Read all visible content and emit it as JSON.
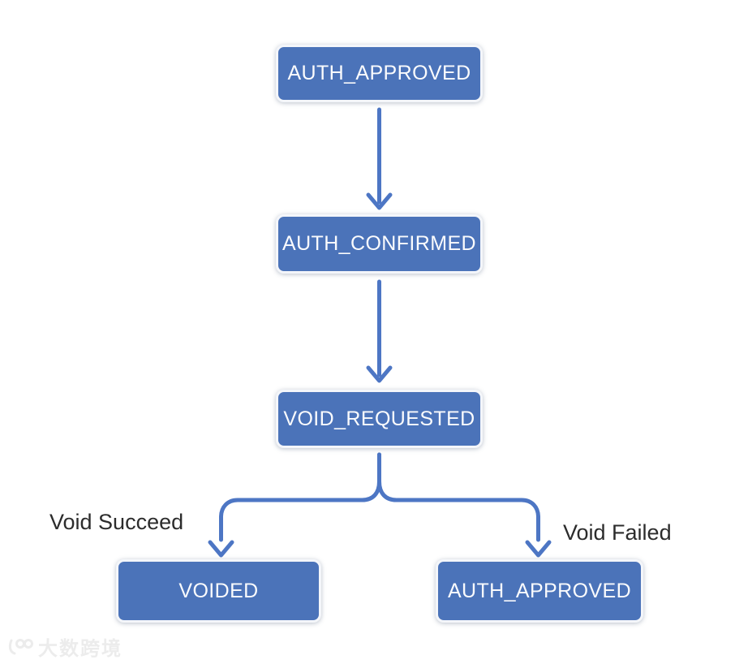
{
  "theme": {
    "canvas_bg": "#ffffff",
    "node_fill": "#4b73b9",
    "node_text_color": "#fafbfd",
    "node_border_color": "#f4f6fa",
    "arrow_color": "#4d76c4",
    "label_color": "#2c2c2c",
    "watermark_color": "#ececec"
  },
  "diagram": {
    "type": "flowchart",
    "nodes": [
      {
        "id": "auth-approved-top",
        "label": "AUTH_APPROVED"
      },
      {
        "id": "auth-confirmed",
        "label": "AUTH_CONFIRMED"
      },
      {
        "id": "void-requested",
        "label": "VOID_REQUESTED"
      },
      {
        "id": "voided",
        "label": "VOIDED"
      },
      {
        "id": "auth-approved-bottom",
        "label": "AUTH_APPROVED"
      }
    ],
    "edges": [
      {
        "from": "auth-approved-top",
        "to": "auth-confirmed",
        "label": ""
      },
      {
        "from": "auth-confirmed",
        "to": "void-requested",
        "label": ""
      },
      {
        "from": "void-requested",
        "to": "voided",
        "label": "Void Succeed"
      },
      {
        "from": "void-requested",
        "to": "auth-approved-bottom",
        "label": "Void Failed"
      }
    ],
    "watermark": {
      "text": "大数跨境",
      "logo": "10100-logo"
    }
  }
}
